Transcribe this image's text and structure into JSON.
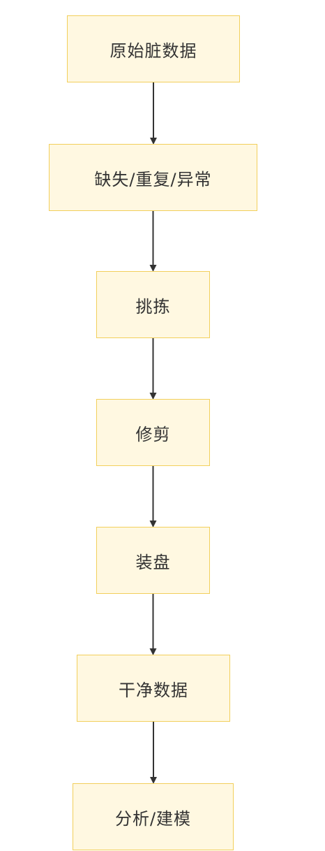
{
  "diagram": {
    "type": "flowchart",
    "direction": "top-to-bottom",
    "colors": {
      "node_fill": "#fff8e1",
      "node_border": "#f2cf5b",
      "text": "#333333",
      "edge": "#333333"
    },
    "nodes": [
      {
        "id": "n1",
        "label": "原始脏数据"
      },
      {
        "id": "n2",
        "label": "缺失/重复/异常"
      },
      {
        "id": "n3",
        "label": "挑拣"
      },
      {
        "id": "n4",
        "label": "修剪"
      },
      {
        "id": "n5",
        "label": "装盘"
      },
      {
        "id": "n6",
        "label": "干净数据"
      },
      {
        "id": "n7",
        "label": "分析/建模"
      }
    ],
    "edges": [
      {
        "from": "n1",
        "to": "n2"
      },
      {
        "from": "n2",
        "to": "n3"
      },
      {
        "from": "n3",
        "to": "n4"
      },
      {
        "from": "n4",
        "to": "n5"
      },
      {
        "from": "n5",
        "to": "n6"
      },
      {
        "from": "n6",
        "to": "n7"
      }
    ]
  }
}
